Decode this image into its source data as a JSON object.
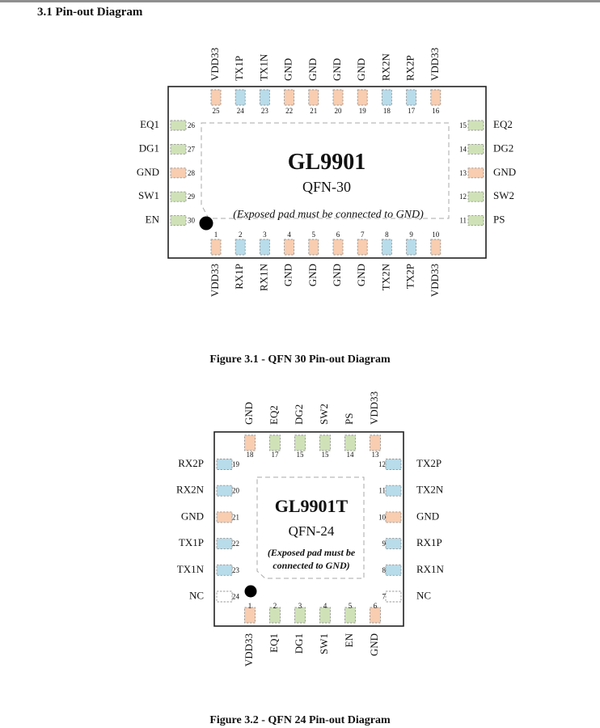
{
  "section_title": "3.1 Pin-out Diagram",
  "colors": {
    "power": "#f8cdb0",
    "signal": "#b8dcea",
    "control": "#cfe2b7",
    "nc": "#ffffff",
    "outline": "#9a9a9a"
  },
  "fig1": {
    "chip_name": "GL9901",
    "package": "QFN-30",
    "note": "(Exposed pad must be connected to GND)",
    "caption": "Figure 3.1 - QFN 30 Pin-out Diagram",
    "top": [
      {
        "num": "25",
        "name": "VDD33",
        "type": "power"
      },
      {
        "num": "24",
        "name": "TX1P",
        "type": "signal"
      },
      {
        "num": "23",
        "name": "TX1N",
        "type": "signal"
      },
      {
        "num": "22",
        "name": "GND",
        "type": "power"
      },
      {
        "num": "21",
        "name": "GND",
        "type": "power"
      },
      {
        "num": "20",
        "name": "GND",
        "type": "power"
      },
      {
        "num": "19",
        "name": "GND",
        "type": "power"
      },
      {
        "num": "18",
        "name": "RX2N",
        "type": "signal"
      },
      {
        "num": "17",
        "name": "RX2P",
        "type": "signal"
      },
      {
        "num": "16",
        "name": "VDD33",
        "type": "power"
      }
    ],
    "bottom": [
      {
        "num": "1",
        "name": "VDD33",
        "type": "power"
      },
      {
        "num": "2",
        "name": "RX1P",
        "type": "signal"
      },
      {
        "num": "3",
        "name": "RX1N",
        "type": "signal"
      },
      {
        "num": "4",
        "name": "GND",
        "type": "power"
      },
      {
        "num": "5",
        "name": "GND",
        "type": "power"
      },
      {
        "num": "6",
        "name": "GND",
        "type": "power"
      },
      {
        "num": "7",
        "name": "GND",
        "type": "power"
      },
      {
        "num": "8",
        "name": "TX2N",
        "type": "signal"
      },
      {
        "num": "9",
        "name": "TX2P",
        "type": "signal"
      },
      {
        "num": "10",
        "name": "VDD33",
        "type": "power"
      }
    ],
    "left": [
      {
        "num": "26",
        "name": "EQ1",
        "type": "control"
      },
      {
        "num": "27",
        "name": "DG1",
        "type": "control"
      },
      {
        "num": "28",
        "name": "GND",
        "type": "power"
      },
      {
        "num": "29",
        "name": "SW1",
        "type": "control"
      },
      {
        "num": "30",
        "name": "EN",
        "type": "control"
      }
    ],
    "right": [
      {
        "num": "15",
        "name": "EQ2",
        "type": "control"
      },
      {
        "num": "14",
        "name": "DG2",
        "type": "control"
      },
      {
        "num": "13",
        "name": "GND",
        "type": "power"
      },
      {
        "num": "12",
        "name": "SW2",
        "type": "control"
      },
      {
        "num": "11",
        "name": "PS",
        "type": "control"
      }
    ]
  },
  "fig2": {
    "chip_name": "GL9901T",
    "package": "QFN-24",
    "note_line1": "(Exposed pad must be",
    "note_line2": "connected to GND)",
    "caption": "Figure 3.2 - QFN 24 Pin-out Diagram",
    "top": [
      {
        "num": "18",
        "name": "GND",
        "type": "power"
      },
      {
        "num": "17",
        "name": "EQ2",
        "type": "control"
      },
      {
        "num": "15",
        "name": "DG2",
        "type": "control"
      },
      {
        "num": "15",
        "name": "SW2",
        "type": "control"
      },
      {
        "num": "14",
        "name": "PS",
        "type": "control"
      },
      {
        "num": "13",
        "name": "VDD33",
        "type": "power"
      }
    ],
    "bottom": [
      {
        "num": "1",
        "name": "VDD33",
        "type": "power"
      },
      {
        "num": "2",
        "name": "EQ1",
        "type": "control"
      },
      {
        "num": "3",
        "name": "DG1",
        "type": "control"
      },
      {
        "num": "4",
        "name": "SW1",
        "type": "control"
      },
      {
        "num": "5",
        "name": "EN",
        "type": "control"
      },
      {
        "num": "6",
        "name": "GND",
        "type": "power"
      }
    ],
    "left": [
      {
        "num": "19",
        "name": "RX2P",
        "type": "signal"
      },
      {
        "num": "20",
        "name": "RX2N",
        "type": "signal"
      },
      {
        "num": "21",
        "name": "GND",
        "type": "power"
      },
      {
        "num": "22",
        "name": "TX1P",
        "type": "signal"
      },
      {
        "num": "23",
        "name": "TX1N",
        "type": "signal"
      },
      {
        "num": "24",
        "name": "NC",
        "type": "nc"
      }
    ],
    "right": [
      {
        "num": "12",
        "name": "TX2P",
        "type": "signal"
      },
      {
        "num": "11",
        "name": "TX2N",
        "type": "signal"
      },
      {
        "num": "10",
        "name": "GND",
        "type": "power"
      },
      {
        "num": "9",
        "name": "RX1P",
        "type": "signal"
      },
      {
        "num": "8",
        "name": "RX1N",
        "type": "signal"
      },
      {
        "num": "7",
        "name": "NC",
        "type": "nc"
      }
    ]
  }
}
